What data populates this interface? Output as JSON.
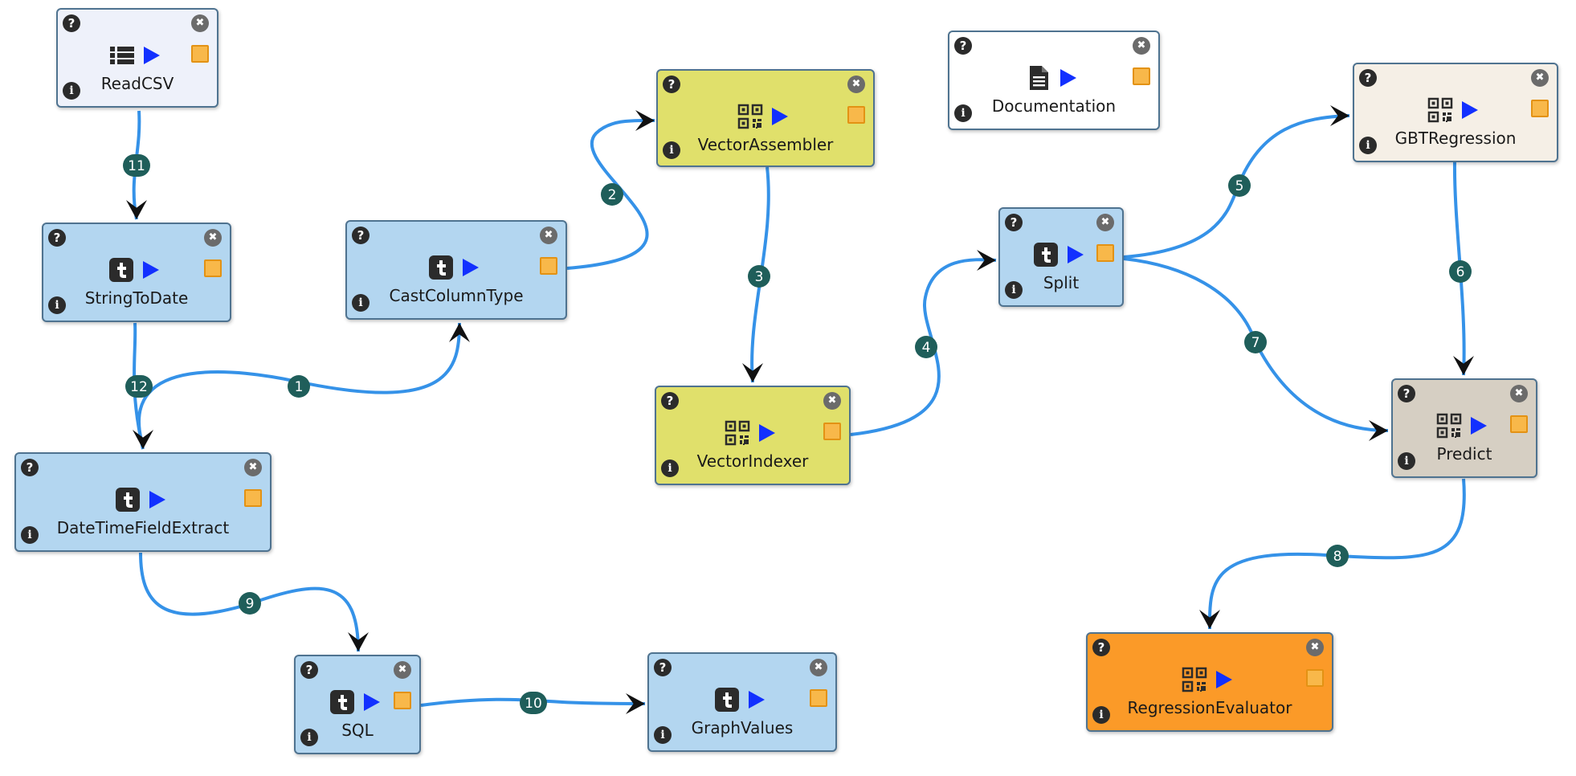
{
  "colors": {
    "edge": "#3592e8",
    "edge_label": "#1f5e5a",
    "run": "#1230ff",
    "status": "#f8b84a",
    "transform": "#b3d6f0",
    "ml_feature": "#e0e06b",
    "model_train": "#f5efe6",
    "model_predict": "#d6cfc3",
    "evaluator": "#fb9a28",
    "input": "#eef1fa",
    "doc": "#ffffff"
  },
  "nodes": [
    {
      "id": "readcsv",
      "title": "ReadCSV",
      "icon": "list-icon",
      "color": "input"
    },
    {
      "id": "stringtodate",
      "title": "StringToDate",
      "icon": "tumblr-t-icon",
      "color": "transform"
    },
    {
      "id": "castcolumntype",
      "title": "CastColumnType",
      "icon": "tumblr-t-icon",
      "color": "transform"
    },
    {
      "id": "datetimefieldextract",
      "title": "DateTimeFieldExtract",
      "icon": "tumblr-t-icon",
      "color": "transform"
    },
    {
      "id": "sql",
      "title": "SQL",
      "icon": "tumblr-t-icon",
      "color": "transform"
    },
    {
      "id": "graphvalues",
      "title": "GraphValues",
      "icon": "tumblr-t-icon",
      "color": "transform"
    },
    {
      "id": "vectorassembler",
      "title": "VectorAssembler",
      "icon": "qrcode-icon",
      "color": "ml_feature"
    },
    {
      "id": "vectorindexer",
      "title": "VectorIndexer",
      "icon": "qrcode-icon",
      "color": "ml_feature"
    },
    {
      "id": "documentation",
      "title": "Documentation",
      "icon": "document-icon",
      "color": "doc"
    },
    {
      "id": "split",
      "title": "Split",
      "icon": "tumblr-t-icon",
      "color": "transform"
    },
    {
      "id": "gbtregression",
      "title": "GBTRegression",
      "icon": "qrcode-icon",
      "color": "model_train"
    },
    {
      "id": "predict",
      "title": "Predict",
      "icon": "qrcode-icon",
      "color": "model_predict"
    },
    {
      "id": "regressionevaluator",
      "title": "RegressionEvaluator",
      "icon": "qrcode-icon",
      "color": "evaluator"
    }
  ],
  "edges": [
    {
      "label": "1",
      "from": "datetimefieldextract",
      "to": "castcolumntype"
    },
    {
      "label": "2",
      "from": "castcolumntype",
      "to": "vectorassembler"
    },
    {
      "label": "3",
      "from": "vectorassembler",
      "to": "vectorindexer"
    },
    {
      "label": "4",
      "from": "vectorindexer",
      "to": "split"
    },
    {
      "label": "5",
      "from": "split",
      "to": "gbtregression"
    },
    {
      "label": "6",
      "from": "gbtregression",
      "to": "predict"
    },
    {
      "label": "7",
      "from": "split",
      "to": "predict"
    },
    {
      "label": "8",
      "from": "predict",
      "to": "regressionevaluator"
    },
    {
      "label": "9",
      "from": "datetimefieldextract",
      "to": "sql"
    },
    {
      "label": "10",
      "from": "sql",
      "to": "graphvalues"
    },
    {
      "label": "11",
      "from": "readcsv",
      "to": "stringtodate"
    },
    {
      "label": "12",
      "from": "stringtodate",
      "to": "datetimefieldextract"
    }
  ]
}
